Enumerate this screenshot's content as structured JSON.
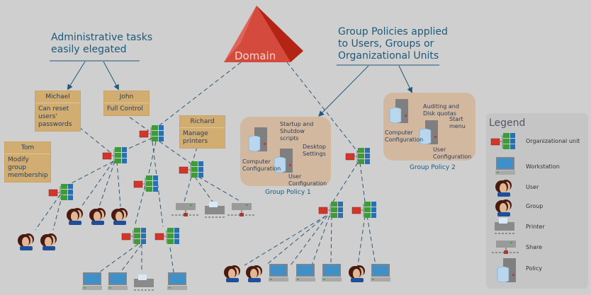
{
  "annotations": {
    "admin": [
      "Administrative tasks",
      "easily elegated"
    ],
    "policies": [
      "Group Policies applied",
      "to Users, Groups or",
      "Organizational Units"
    ]
  },
  "domain": {
    "label": "Domain"
  },
  "admins": [
    {
      "name": "Michael",
      "task": "Can reset users' passwords"
    },
    {
      "name": "John",
      "task": "Full Control"
    },
    {
      "name": "Tom",
      "task": "Modify group membership"
    },
    {
      "name": "Richard",
      "task": "Manage printers"
    }
  ],
  "group_policies": [
    {
      "title": "Group Policy 1",
      "labels": [
        "Startup and Shutdow scripts",
        "Desktop Settings",
        "Computer Configuration",
        "User Configuration"
      ]
    },
    {
      "title": "Group Policy 2",
      "labels": [
        "Auditing and Disk quotas",
        "Start menu",
        "Computer Configuration",
        "User Configuration"
      ]
    }
  ],
  "legend": {
    "title": "Legend",
    "items": [
      {
        "icon": "organizational-unit-icon",
        "label": "Organizational unit"
      },
      {
        "icon": "workstation-icon",
        "label": "Workstation"
      },
      {
        "icon": "user-icon",
        "label": "User"
      },
      {
        "icon": "group-icon",
        "label": "Group"
      },
      {
        "icon": "printer-icon",
        "label": "Printer"
      },
      {
        "icon": "share-icon",
        "label": "Share"
      },
      {
        "icon": "policy-icon",
        "label": "Policy"
      }
    ]
  },
  "colors": {
    "annotation": "#1d5a7a",
    "domain": "#d03a2c",
    "box": "#d2ad72",
    "policy_bg": "#d3b8a0",
    "ou_red": "#d0372a",
    "ou_green": "#3f9a3a",
    "ou_blue": "#2a6fb0"
  }
}
